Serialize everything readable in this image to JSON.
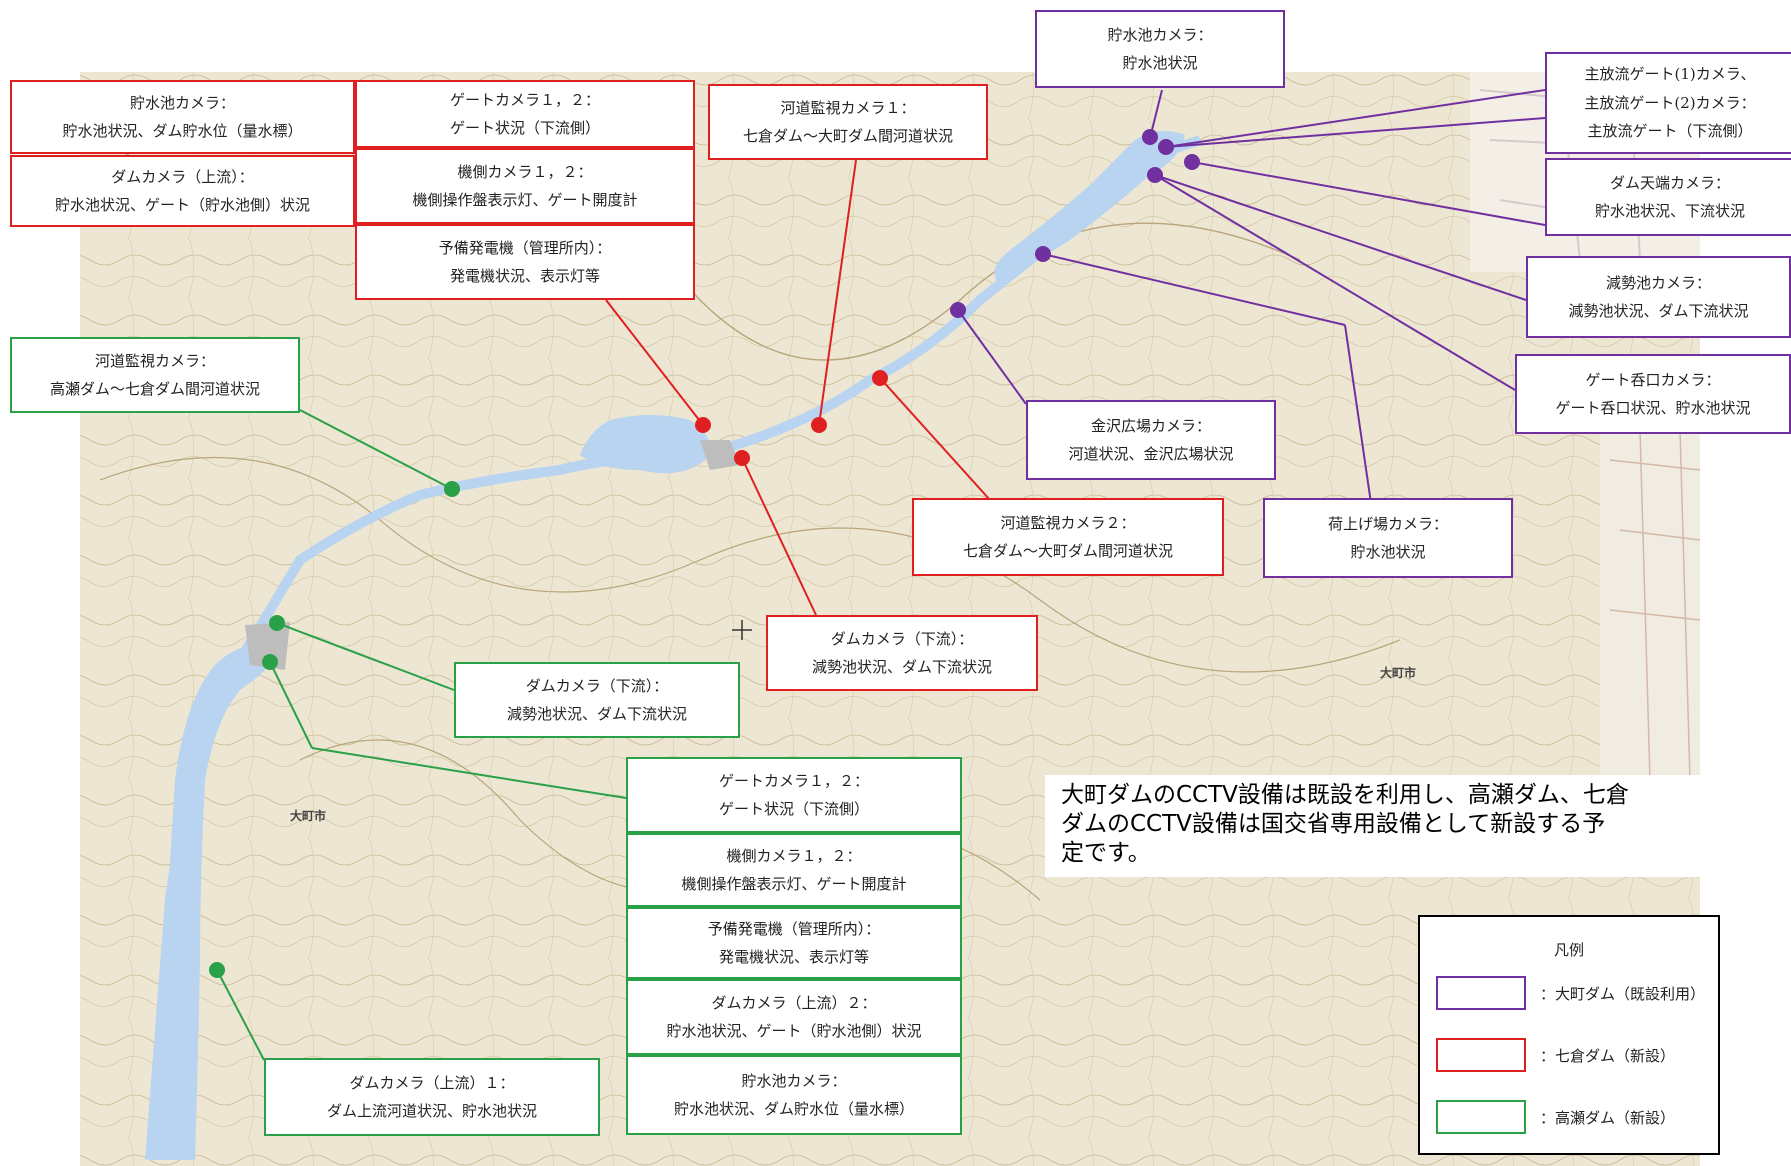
{
  "colors": {
    "purple": "#7030a0",
    "red": "#e02020",
    "green": "#2aa048",
    "water": "#b8d4f0",
    "terrain": "#ece6d3"
  },
  "boxes": {
    "p1": {
      "line1": "貯水池カメラ：",
      "line2": "貯水池状況"
    },
    "p2": {
      "line1": "主放流ゲート(1)カメラ、",
      "line2": "主放流ゲート(2)カメラ：",
      "line3": "主放流ゲート（下流側）"
    },
    "p3": {
      "line1": "ダム天端カメラ：",
      "line2": "貯水池状況、下流状況"
    },
    "p4": {
      "line1": "減勢池カメラ：",
      "line2": "減勢池状況、ダム下流状況"
    },
    "p5": {
      "line1": "ゲート呑口カメラ：",
      "line2": "ゲート呑口状況、貯水池状況"
    },
    "p6": {
      "line1": "金沢広場カメラ：",
      "line2": "河道状況、金沢広場状況"
    },
    "p7": {
      "line1": "荷上げ場カメラ：",
      "line2": "貯水池状況"
    },
    "r1": {
      "line1": "貯水池カメラ：",
      "line2": "貯水池状況、ダム貯水位（量水標）"
    },
    "r2": {
      "line1": "ダムカメラ（上流）：",
      "line2": "貯水池状況、ゲート（貯水池側）状況"
    },
    "r3": {
      "line1": "ゲートカメラ１，２：",
      "line2": "ゲート状況（下流側）"
    },
    "r4": {
      "line1": "機側カメラ１，２：",
      "line2": "機側操作盤表示灯、ゲート開度計"
    },
    "r5": {
      "line1": "予備発電機（管理所内）：",
      "line2": "発電機状況、表示灯等"
    },
    "r6": {
      "line1": "河道監視カメラ１：",
      "line2": "七倉ダム～大町ダム間河道状況"
    },
    "r7": {
      "line1": "河道監視カメラ２：",
      "line2": "七倉ダム～大町ダム間河道状況"
    },
    "r8": {
      "line1": "ダムカメラ（下流）：",
      "line2": "減勢池状況、ダム下流状況"
    },
    "g1": {
      "line1": "河道監視カメラ：",
      "line2": "高瀬ダム～七倉ダム間河道状況"
    },
    "g2": {
      "line1": "ダムカメラ（下流）：",
      "line2": "減勢池状況、ダム下流状況"
    },
    "g3": {
      "line1": "ゲートカメラ１，２：",
      "line2": "ゲート状況（下流側）"
    },
    "g4": {
      "line1": "機側カメラ１，２：",
      "line2": "機側操作盤表示灯、ゲート開度計"
    },
    "g5": {
      "line1": "予備発電機（管理所内）：",
      "line2": "発電機状況、表示灯等"
    },
    "g6": {
      "line1": "ダムカメラ（上流）２：",
      "line2": "貯水池状況、ゲート（貯水池側）状況"
    },
    "g7": {
      "line1": "貯水池カメラ：",
      "line2": "貯水池状況、ダム貯水位（量水標）"
    },
    "g8": {
      "line1": "ダムカメラ（上流）１：",
      "line2": "ダム上流河道状況、貯水池状況"
    }
  },
  "map_labels": {
    "omachi_city_1": "大町市",
    "omachi_city_2": "大町市"
  },
  "note": "大町ダムのCCTV設備は既設を利用し、高瀬ダム、七倉\nダムのCCTV設備は国交省専用設備として新設する予\n定です。",
  "legend": {
    "title": "凡例",
    "purple_label": "：大町ダム（既設利用）",
    "red_label": "：七倉ダム（新設）",
    "green_label": "：高瀬ダム（新設）"
  }
}
